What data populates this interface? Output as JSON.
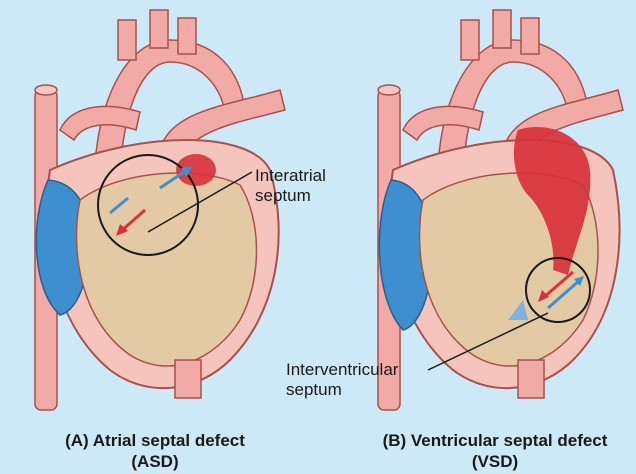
{
  "panels": [
    {
      "caption_line1": "(A) Atrial septal defect",
      "caption_line2": "(ASD)",
      "callout_line1": "Interatrial",
      "callout_line2": "septum"
    },
    {
      "caption_line1": "(B) Ventricular septal defect",
      "caption_line2": "(VSD)",
      "callout_line1": "Interventricular",
      "callout_line2": "septum"
    }
  ],
  "colors": {
    "background": "#cde8f6",
    "vessel_pink": "#f2aaa6",
    "vessel_outline": "#a8514c",
    "chamber_tan": "#e3c9a4",
    "deoxygenated_blue": "#3e8fd0",
    "oxygenated_red": "#d8313a",
    "myocardium_pink": "#f5c4bd"
  }
}
